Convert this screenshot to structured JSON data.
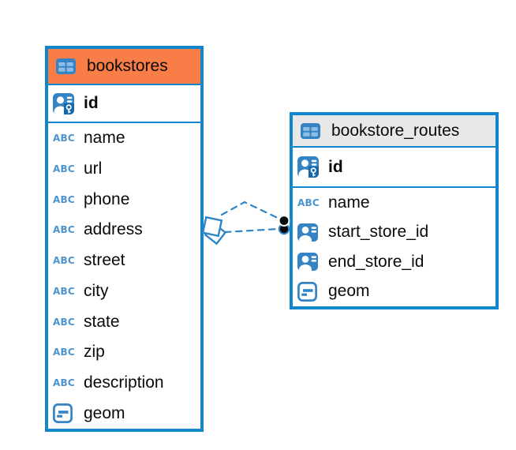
{
  "colors": {
    "table_border_blue": "#1286CA",
    "selected_header_orange": "#F87D46",
    "header_gray": "#E8E8E8",
    "icon_blue": "#3484C5",
    "relation_line_blue": "#2E86C8"
  },
  "icons": {
    "table_glyph": "table-icon",
    "primary_key_glyph": "person-with-key-icon",
    "reference_glyph": "person-icon",
    "text_type_glyph": "ABC",
    "geometry_glyph": "geometry-icon"
  },
  "tables": [
    {
      "name": "bookstores",
      "pk": {
        "name": "id",
        "type": "primary-key"
      },
      "columns": [
        {
          "name": "name",
          "type": "text"
        },
        {
          "name": "url",
          "type": "text"
        },
        {
          "name": "phone",
          "type": "text"
        },
        {
          "name": "address",
          "type": "text"
        },
        {
          "name": "street",
          "type": "text"
        },
        {
          "name": "city",
          "type": "text"
        },
        {
          "name": "state",
          "type": "text"
        },
        {
          "name": "zip",
          "type": "text"
        },
        {
          "name": "description",
          "type": "text"
        },
        {
          "name": "geom",
          "type": "geometry"
        }
      ]
    },
    {
      "name": "bookstore_routes",
      "pk": {
        "name": "id",
        "type": "primary-key"
      },
      "columns": [
        {
          "name": "name",
          "type": "text"
        },
        {
          "name": "start_store_id",
          "type": "reference"
        },
        {
          "name": "end_store_id",
          "type": "reference"
        },
        {
          "name": "geom",
          "type": "geometry"
        }
      ]
    }
  ],
  "relationship": {
    "from_table": "bookstores",
    "to_table": "bookstore_routes",
    "link_count": 2,
    "line_style": "dashed"
  }
}
